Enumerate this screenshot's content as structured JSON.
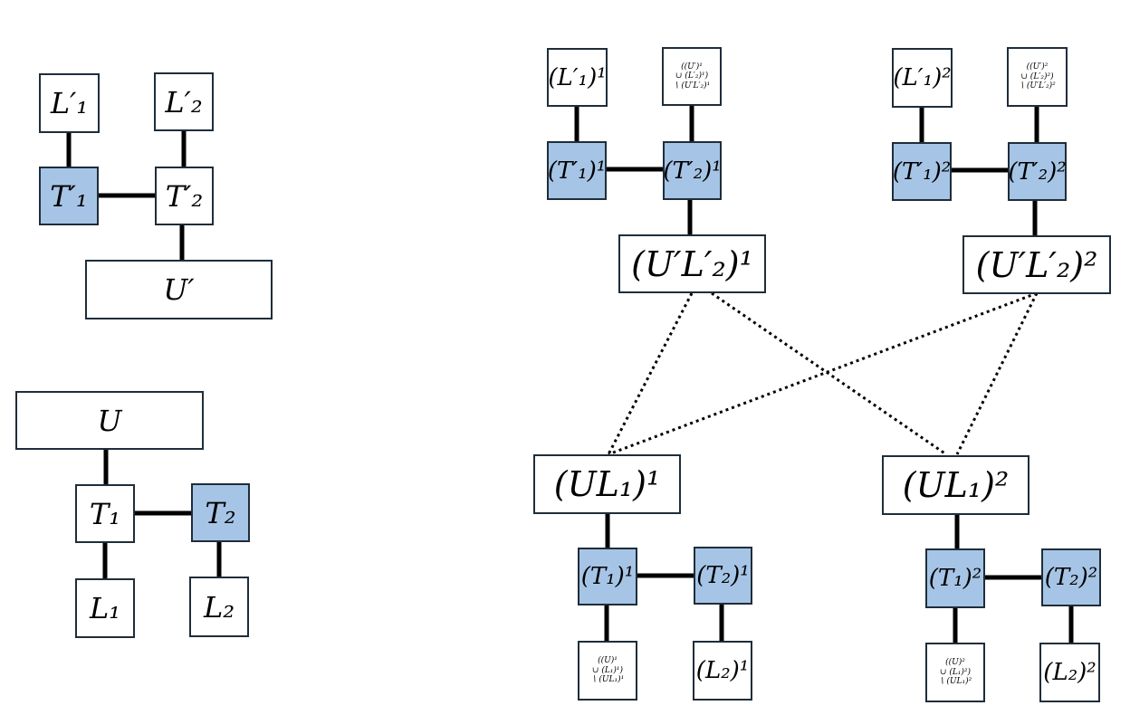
{
  "colors": {
    "filled": "#a6c5e6",
    "border": "#1f2d3a",
    "edge": "#000000"
  },
  "top_left": {
    "L1p": "L′₁",
    "L2p": "L′₂",
    "T1p": "T′₁",
    "T2p": "T′₂",
    "Up": "U′"
  },
  "bottom_left": {
    "U": "U",
    "T1": "T₁",
    "T2": "T₂",
    "L1": "L₁",
    "L2": "L₂"
  },
  "copy1_top": {
    "L1": "(L′₁)¹",
    "bag_line1": "((U′)¹",
    "bag_line2": "∪ (L′₂)¹)",
    "bag_line3": "∖ (U′L′₂)¹",
    "T1": "(T′₁)¹",
    "T2": "(T′₂)¹",
    "U": "(U′L′₂)¹"
  },
  "copy2_top": {
    "L1": "(L′₁)²",
    "bag_line1": "((U′)²",
    "bag_line2": "∪ (L′₂)²)",
    "bag_line3": "∖ (U′L′₂)²",
    "T1": "(T′₁)²",
    "T2": "(T′₂)²",
    "U": "(U′L′₂)²"
  },
  "copy1_bottom": {
    "U": "(UL₁)¹",
    "T1": "(T₁)¹",
    "T2": "(T₂)¹",
    "bag_line1": "((U)¹",
    "bag_line2": "∪ (L₁)¹)",
    "bag_line3": "∖ (UL₁)¹",
    "L2": "(L₂)¹"
  },
  "copy2_bottom": {
    "U": "(UL₁)²",
    "T1": "(T₁)²",
    "T2": "(T₂)²",
    "bag_line1": "((U)²",
    "bag_line2": "∪ (L₁)²)",
    "bag_line3": "∖ (UL₁)²",
    "L2": "(L₂)²"
  }
}
